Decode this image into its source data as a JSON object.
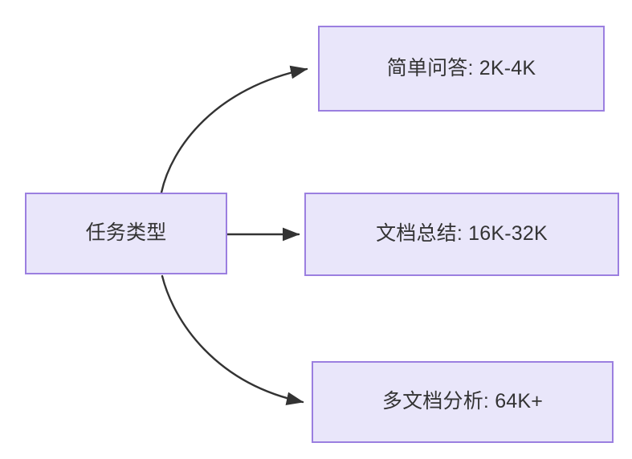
{
  "diagram": {
    "title": "任务类型",
    "background_color": "#ffffff",
    "node_fill_color": "#e9e6fa",
    "node_border_color": "#9b7fe0",
    "edge_color": "#333333",
    "text_color": "#333333",
    "nodes": [
      {
        "id": "source",
        "label": "任务类型"
      },
      {
        "id": "simple",
        "label": "简单问答: 2K-4K"
      },
      {
        "id": "doc",
        "label": "文档总结: 16K-32K"
      },
      {
        "id": "multidoc",
        "label": "多文档分析: 64K+"
      }
    ],
    "edges": [
      {
        "from": "source",
        "to": "simple",
        "label": ""
      },
      {
        "from": "source",
        "to": "doc",
        "label": ""
      },
      {
        "from": "source",
        "to": "multidoc",
        "label": ""
      }
    ]
  }
}
